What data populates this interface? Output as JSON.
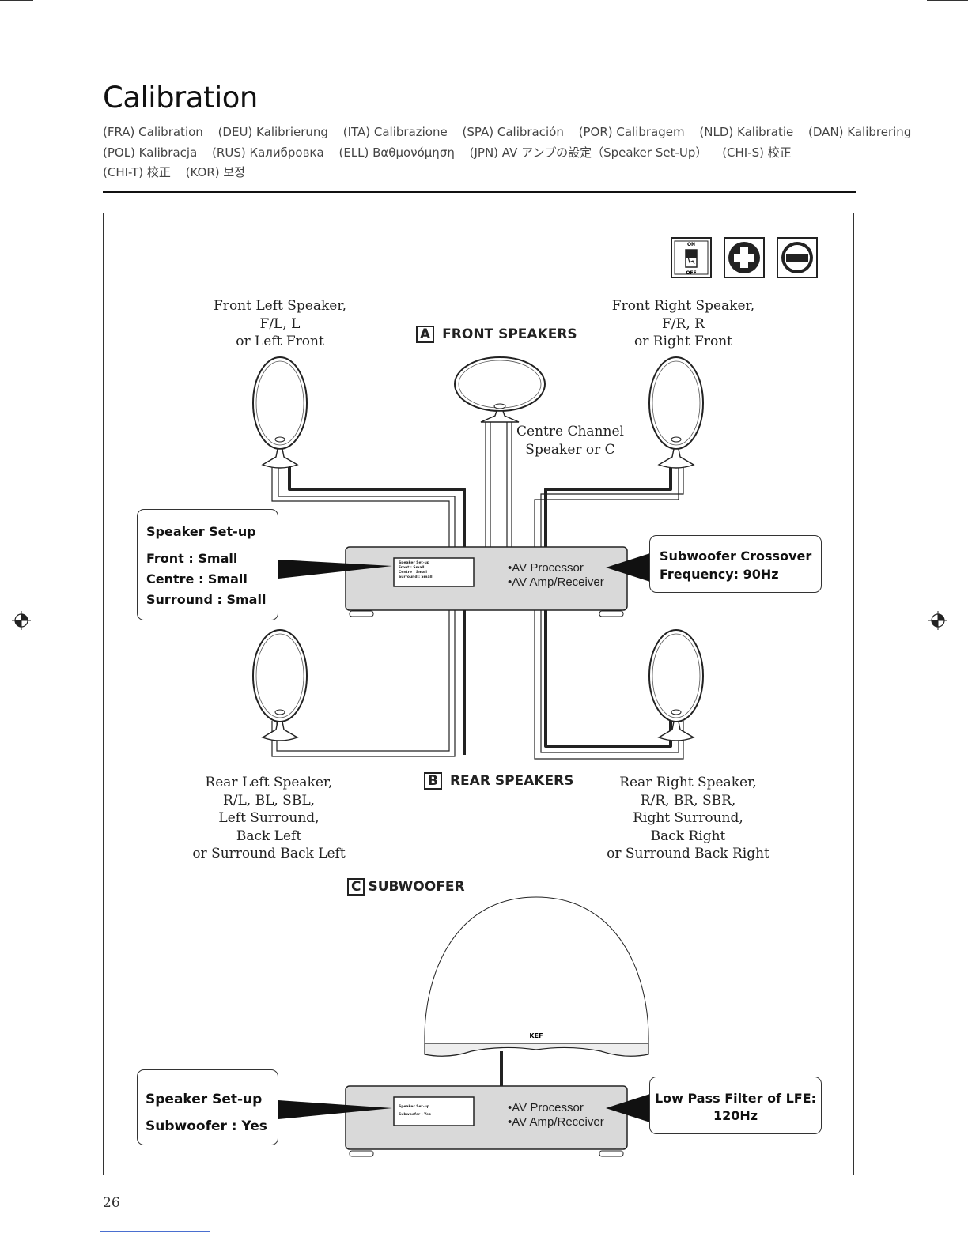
{
  "page": {
    "title": "Calibration",
    "page_number": "26"
  },
  "languages": {
    "line1": [
      "(FRA) Calibration",
      "(DEU) Kalibrierung",
      "(ITA) Calibrazione",
      "(SPA) Calibración",
      "(POR) Calibragem",
      "(NLD) Kalibratie",
      "(DAN) Kalibrering"
    ],
    "line2": [
      "(POL) Kalibracja",
      "(RUS) Калибровка",
      "(ELL) Βαθμονόμηση",
      "(JPN) AV アンプの設定（Speaker Set-Up）",
      "(CHI-S) 校正"
    ],
    "line3": [
      "(CHI-T) 校正",
      "(KOR) 보정"
    ]
  },
  "icons": {
    "power_on": "ON",
    "power_off": "OFF"
  },
  "sections": {
    "a_letter": "A",
    "a_label": "FRONT SPEAKERS",
    "b_letter": "B",
    "b_label": "REAR SPEAKERS",
    "c_letter": "C",
    "c_label": "SUBWOOFER"
  },
  "speakers": {
    "front_left": [
      "Front Left Speaker,",
      "F/L, L",
      "or Left Front"
    ],
    "front_right": [
      "Front Right Speaker,",
      "F/R, R",
      "or Right Front"
    ],
    "centre": [
      "Centre Channel",
      "Speaker or C"
    ],
    "rear_left": [
      "Rear Left Speaker,",
      "R/L, BL, SBL,",
      "Left Surround,",
      "Back Left",
      "or Surround Back Left"
    ],
    "rear_right": [
      "Rear Right Speaker,",
      "R/R, BR, SBR,",
      "Right Surround,",
      "Back Right",
      "or Surround Back Right"
    ]
  },
  "callouts": {
    "setup1": [
      "Speaker Set-up",
      "Front : Small",
      "Centre : Small",
      "Surround : Small"
    ],
    "crossover": [
      "Subwoofer Crossover",
      "Frequency: 90Hz"
    ],
    "setup2": [
      "Speaker Set-up",
      "Subwoofer : Yes"
    ],
    "lfe": [
      "Low Pass Filter of LFE:",
      "120Hz"
    ]
  },
  "processor": {
    "line1": "•AV Processor",
    "line2": "•AV Amp/Receiver",
    "lcd1": [
      "Speaker Set-up",
      "Front : Small",
      "Centre : Small",
      "Surround : Small"
    ],
    "lcd2": [
      "Speaker Set-up",
      "Subwoofer : Yes"
    ]
  },
  "subwoofer": {
    "logo": "KEF"
  }
}
